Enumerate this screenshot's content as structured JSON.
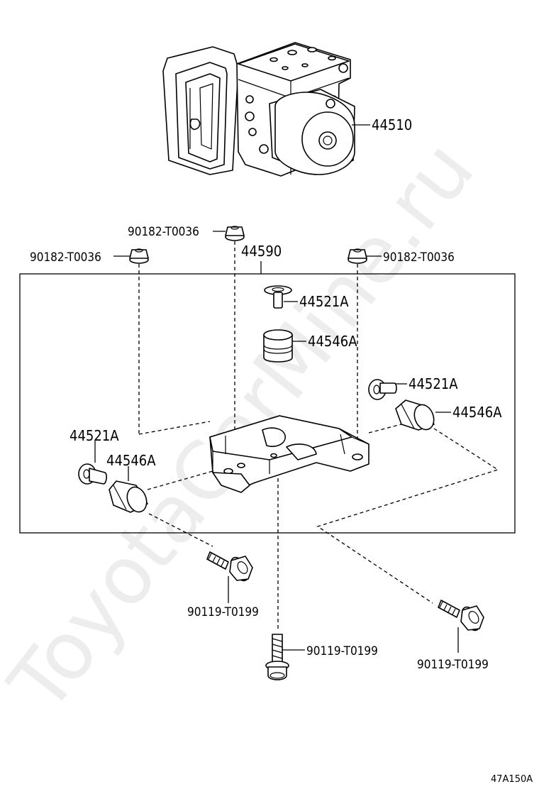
{
  "watermark": "ToyotaCarMine.ru",
  "figure_id": "47A150A",
  "labels": {
    "actuator": "44510",
    "bracket": "44590",
    "nut_top": "90182-T0036",
    "nut_left": "90182-T0036",
    "nut_right": "90182-T0036",
    "collar_top": "44521A",
    "cushion_top": "44546A",
    "collar_right": "44521A",
    "cushion_right": "44546A",
    "collar_left": "44521A",
    "cushion_left": "44546A",
    "bolt_left": "90119-T0199",
    "bolt_center": "90119-T0199",
    "bolt_right": "90119-T0199"
  }
}
